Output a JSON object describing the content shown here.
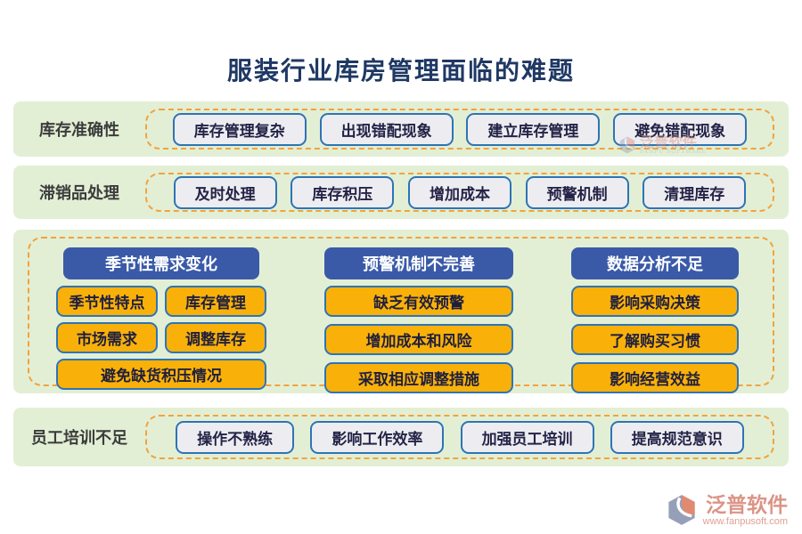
{
  "title": "服装行业库房管理面临的难题",
  "colors": {
    "band_green": "#e2efd5",
    "dashed_orange": "#f2a33c",
    "header_blue": "#3a5aa8",
    "node_yellow": "#f9b10a",
    "node_gray": "#ededf1",
    "node_border_blue": "#2e74b5",
    "title_navy": "#1f3864",
    "brand_salmon": "#db9486"
  },
  "bands": [
    {
      "label": "库存准确性",
      "nodes": [
        "库存管理复杂",
        "出现错配现象",
        "建立库存管理",
        "避免错配现象"
      ]
    },
    {
      "label": "滞销品处理",
      "nodes": [
        "及时处理",
        "库存积压",
        "增加成本",
        "预警机制",
        "清理库存"
      ]
    },
    {
      "label": "员工培训不足",
      "nodes": [
        "操作不熟练",
        "影响工作效率",
        "加强员工培训",
        "提高规范意识"
      ]
    }
  ],
  "columns": [
    {
      "header": "季节性需求变化",
      "items": [
        "季节性特点",
        "库存管理",
        "市场需求",
        "调整库存",
        "避免缺货积压情况"
      ]
    },
    {
      "header": "预警机制不完善",
      "items": [
        "缺乏有效预警",
        "增加成本和风险",
        "采取相应调整措施"
      ]
    },
    {
      "header": "数据分析不足",
      "items": [
        "影响采购决策",
        "了解购买习惯",
        "影响经营效益"
      ]
    }
  ],
  "watermark": {
    "text": "泛普软件",
    "subtext": "FANPU SOFTWARE"
  },
  "footer": {
    "brand": "泛普软件",
    "url": "www.fanpusoft.com"
  }
}
